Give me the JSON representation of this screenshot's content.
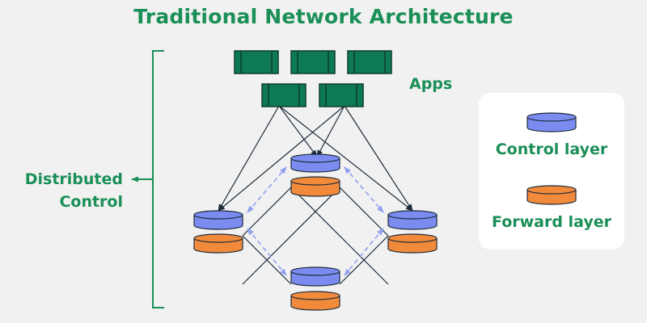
{
  "title": "Traditional Network Architecture",
  "apps_label": "Apps",
  "distributed_control_label": [
    "Distributed",
    "Control"
  ],
  "legend": {
    "control_layer": "Control layer",
    "forward_layer": "Forward layer"
  },
  "colors": {
    "accent_green": "#1a8f57",
    "app_fill": "#0d7a55",
    "control_fill": "#7b8bf0",
    "forward_fill": "#f28a3b",
    "peer_link": "#8fa0f0",
    "line": "#1d2b3a"
  }
}
